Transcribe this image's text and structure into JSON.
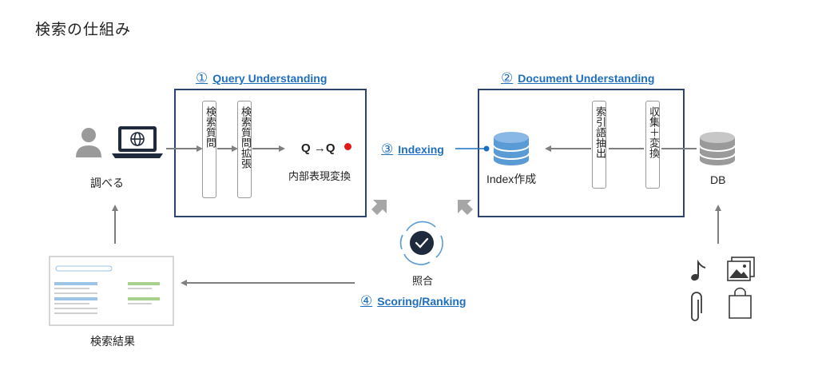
{
  "title": "検索の仕組み",
  "sections": {
    "query": {
      "num": "①",
      "label": "Query Understanding",
      "cards": [
        "検索質問",
        "検索質問拡張"
      ],
      "transform_label": "内部表現変換",
      "q_text": "Q →Q"
    },
    "document": {
      "num": "②",
      "label": "Document Understanding",
      "cards": [
        "索引語抽出",
        "収集＋変換"
      ],
      "index_label": "Index作成"
    },
    "indexing": {
      "num": "③",
      "label": "Indexing"
    },
    "scoring": {
      "num": "④",
      "label": "Scoring/Ranking",
      "match_label": "照合"
    }
  },
  "user_label": "調べる",
  "db_label": "DB",
  "results_label": "検索結果",
  "colors": {
    "accent_blue": "#1f6fbf",
    "box_border": "#2e4470",
    "arrow_gray": "#7f7f7f",
    "db_blue": "#5b9bd5",
    "dark_icon": "#1f2a3c"
  },
  "icons": [
    "person-icon",
    "laptop-icon",
    "globe-icon",
    "database-icon",
    "music-note-icon",
    "image-icon",
    "paperclip-icon",
    "shopping-bag-icon",
    "check-cycle-icon"
  ]
}
